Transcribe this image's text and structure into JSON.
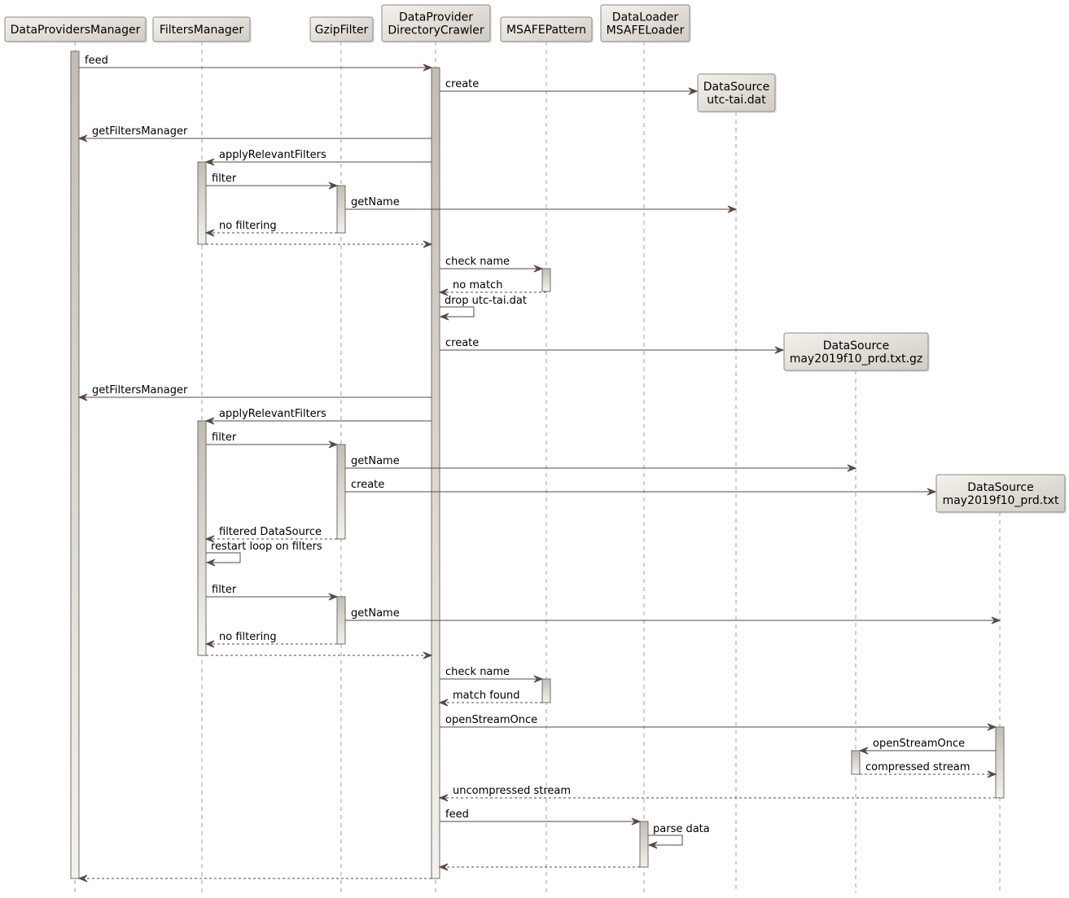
{
  "colors": {
    "arrow": "#5a4a42",
    "lifeline": "#a0a0a0",
    "box_border": "#8a8a8a",
    "box_fill_light": "#f4f1ec",
    "box_fill_dark": "#d0cbc3",
    "activation_border": "#6f6f6f"
  },
  "participants": [
    {
      "id": "dpm",
      "lines": [
        "DataProvidersManager"
      ]
    },
    {
      "id": "fm",
      "lines": [
        "FiltersManager"
      ]
    },
    {
      "id": "gz",
      "lines": [
        "GzipFilter"
      ]
    },
    {
      "id": "dc",
      "lines": [
        "DataProvider",
        "DirectoryCrawler"
      ]
    },
    {
      "id": "mp",
      "lines": [
        "MSAFEPattern"
      ]
    },
    {
      "id": "ml",
      "lines": [
        "DataLoader",
        "MSAFELoader"
      ]
    },
    {
      "id": "ds1",
      "lines": [
        "DataSource",
        "utc-tai.dat"
      ],
      "created": true
    },
    {
      "id": "ds2",
      "lines": [
        "DataSource",
        "may2019f10_prd.txt.gz"
      ],
      "created": true
    },
    {
      "id": "ds3",
      "lines": [
        "DataSource",
        "may2019f10_prd.txt"
      ],
      "created": true
    }
  ],
  "messages": [
    {
      "from": "dpm",
      "to": "dc",
      "label": "feed",
      "style": "solid"
    },
    {
      "from": "dc",
      "to": "ds1",
      "label": "create",
      "style": "solid"
    },
    {
      "from": "dc",
      "to": "dpm",
      "label": "getFiltersManager",
      "style": "solid"
    },
    {
      "from": "dc",
      "to": "fm",
      "label": "applyRelevantFilters",
      "style": "solid"
    },
    {
      "from": "fm",
      "to": "gz",
      "label": "filter",
      "style": "solid"
    },
    {
      "from": "gz",
      "to": "ds1",
      "label": "getName",
      "style": "solid"
    },
    {
      "from": "gz",
      "to": "fm",
      "label": "no filtering",
      "style": "dashed"
    },
    {
      "from": "fm",
      "to": "dc",
      "label": "",
      "style": "dashed"
    },
    {
      "from": "dc",
      "to": "mp",
      "label": "check name",
      "style": "solid"
    },
    {
      "from": "mp",
      "to": "dc",
      "label": "no match",
      "style": "dashed"
    },
    {
      "from": "dc",
      "to": "dc",
      "label": "drop utc-tai.dat",
      "style": "self"
    },
    {
      "from": "dc",
      "to": "ds2",
      "label": "create",
      "style": "solid"
    },
    {
      "from": "dc",
      "to": "dpm",
      "label": "getFiltersManager",
      "style": "solid"
    },
    {
      "from": "dc",
      "to": "fm",
      "label": "applyRelevantFilters",
      "style": "solid"
    },
    {
      "from": "fm",
      "to": "gz",
      "label": "filter",
      "style": "solid"
    },
    {
      "from": "gz",
      "to": "ds2",
      "label": "getName",
      "style": "solid"
    },
    {
      "from": "gz",
      "to": "ds3",
      "label": "create",
      "style": "solid"
    },
    {
      "from": "gz",
      "to": "fm",
      "label": "filtered DataSource",
      "style": "dashed"
    },
    {
      "from": "fm",
      "to": "fm",
      "label": "restart loop on filters",
      "style": "self"
    },
    {
      "from": "fm",
      "to": "gz",
      "label": "filter",
      "style": "solid"
    },
    {
      "from": "gz",
      "to": "ds3",
      "label": "getName",
      "style": "solid"
    },
    {
      "from": "gz",
      "to": "fm",
      "label": "no filtering",
      "style": "dashed"
    },
    {
      "from": "fm",
      "to": "dc",
      "label": "",
      "style": "dashed"
    },
    {
      "from": "dc",
      "to": "mp",
      "label": "check name",
      "style": "solid"
    },
    {
      "from": "mp",
      "to": "dc",
      "label": "match found",
      "style": "dashed"
    },
    {
      "from": "dc",
      "to": "ds3",
      "label": "openStreamOnce",
      "style": "solid"
    },
    {
      "from": "ds3",
      "to": "ds2",
      "label": "openStreamOnce",
      "style": "solid"
    },
    {
      "from": "ds2",
      "to": "ds3",
      "label": "compressed stream",
      "style": "dashed"
    },
    {
      "from": "ds3",
      "to": "dc",
      "label": "uncompressed stream",
      "style": "dashed"
    },
    {
      "from": "dc",
      "to": "ml",
      "label": "feed",
      "style": "solid"
    },
    {
      "from": "ml",
      "to": "ml",
      "label": "parse data",
      "style": "self"
    },
    {
      "from": "ml",
      "to": "dc",
      "label": "",
      "style": "dashed"
    },
    {
      "from": "dc",
      "to": "dpm",
      "label": "",
      "style": "dashed"
    }
  ]
}
